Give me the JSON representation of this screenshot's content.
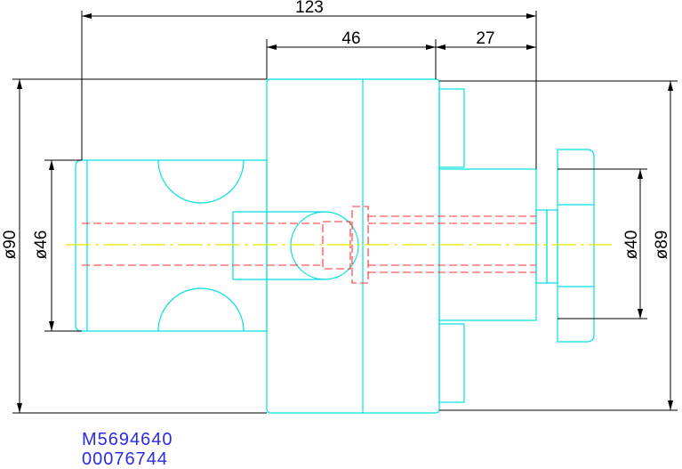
{
  "dimensions": {
    "overall_length": "123",
    "flange_width": "46",
    "hub_length": "27",
    "dia_left_outer": "ø90",
    "dia_shank": "ø46",
    "dia_hub": "ø40",
    "dia_right_outer": "ø89"
  },
  "identifiers": {
    "part_number": "M5694640",
    "code": "00076744"
  },
  "colors": {
    "part_outline": "#00e0e0",
    "hidden_lines": "#ff3030",
    "center_line": "#e6e600",
    "dimension_lines": "#000000",
    "identifier_text": "#2b2be6"
  }
}
